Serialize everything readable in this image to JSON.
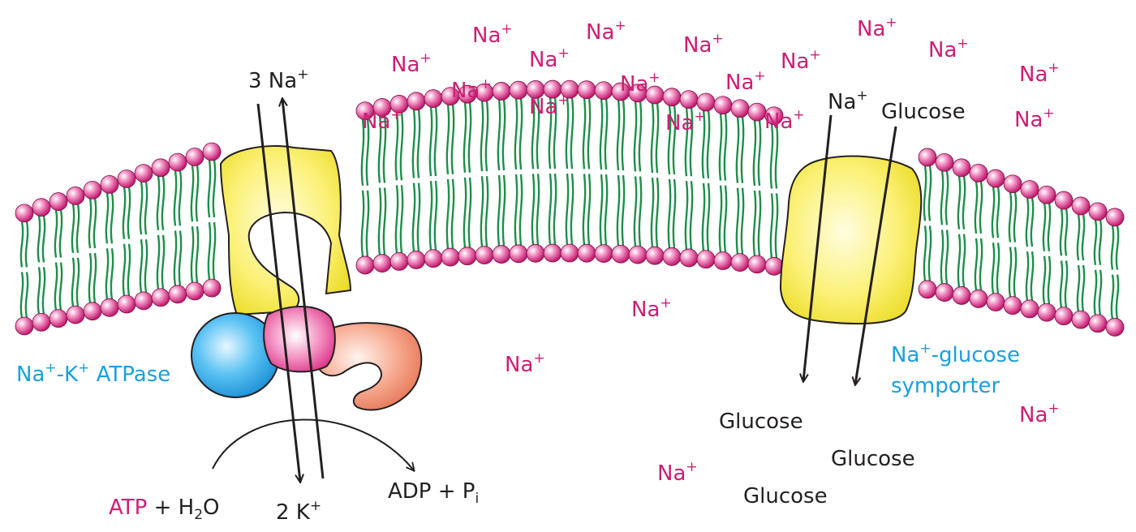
{
  "colors": {
    "sodium": "#cc1f74",
    "text": "#231f20",
    "protein_label": "#1aa0dc",
    "head": "#e0609e",
    "tail": "#1e8f4a",
    "yellow_protein": "#f7ec3c",
    "blue_subunit": "#2ba8e8",
    "pink_subunit": "#e83d8e",
    "salmon_subunit": "#f08a6e"
  },
  "labels": {
    "na_base": "Na",
    "plus": "+",
    "three_na": "3 Na",
    "two_k": "2 K",
    "glucose": "Glucose",
    "atpase_na": "Na",
    "atpase_dash_k": "-K",
    "atpase_tail": " ATPase",
    "symporter_line1_na": "Na",
    "symporter_line1_rest": "-glucose",
    "symporter_line2": "symporter",
    "atp": "ATP",
    "plus_h": " + H",
    "two": "2",
    "o": "O",
    "adp_pi": "ADP + P",
    "i": "i"
  }
}
